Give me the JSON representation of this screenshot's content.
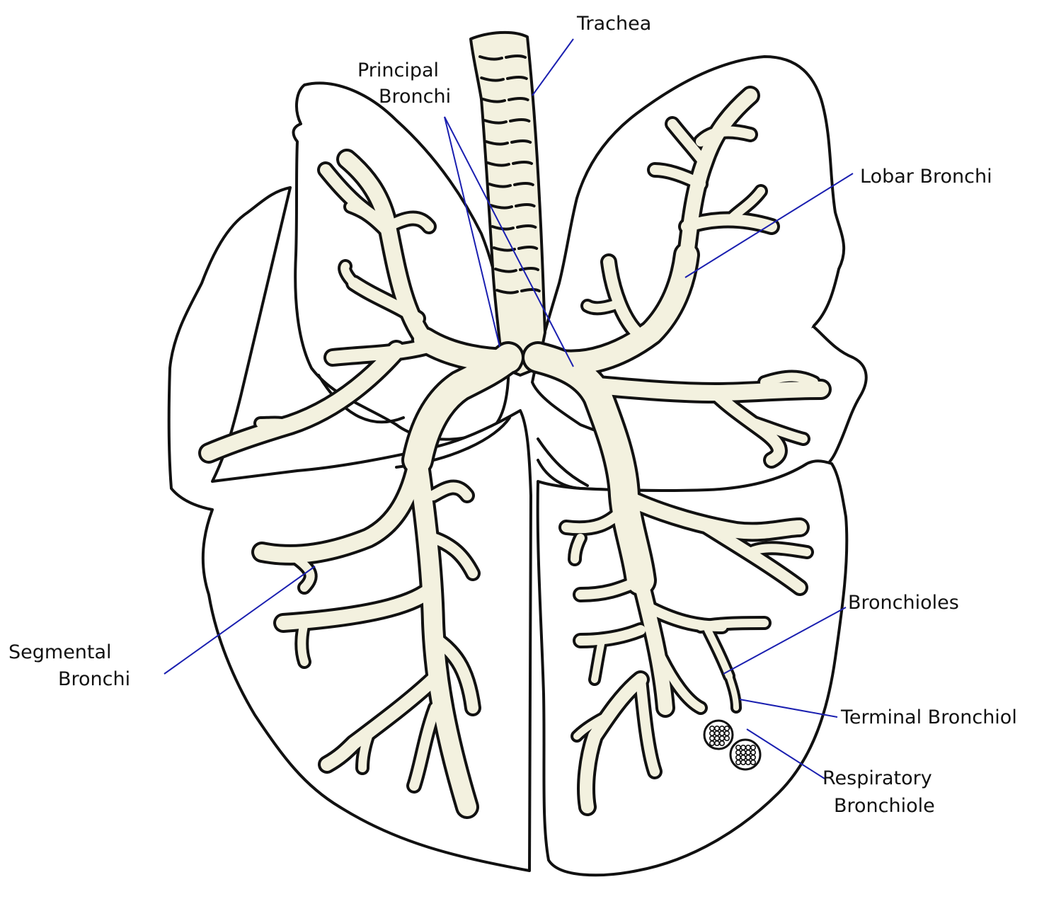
{
  "labels": {
    "trachea": "Trachea",
    "principal_1": "Principal",
    "principal_2": "Bronchi",
    "lobar": "Lobar Bronchi",
    "segmental_1": "Segmental",
    "segmental_2": "Bronchi",
    "bronchioles": "Bronchioles",
    "terminal": "Terminal Bronchiol",
    "respiratory_1": "Respiratory",
    "respiratory_2": "Bronchiole"
  },
  "colors": {
    "outline": "#111111",
    "airway_fill": "#f3f1df",
    "leader_line": "#1a1fb0",
    "background": "#ffffff"
  }
}
